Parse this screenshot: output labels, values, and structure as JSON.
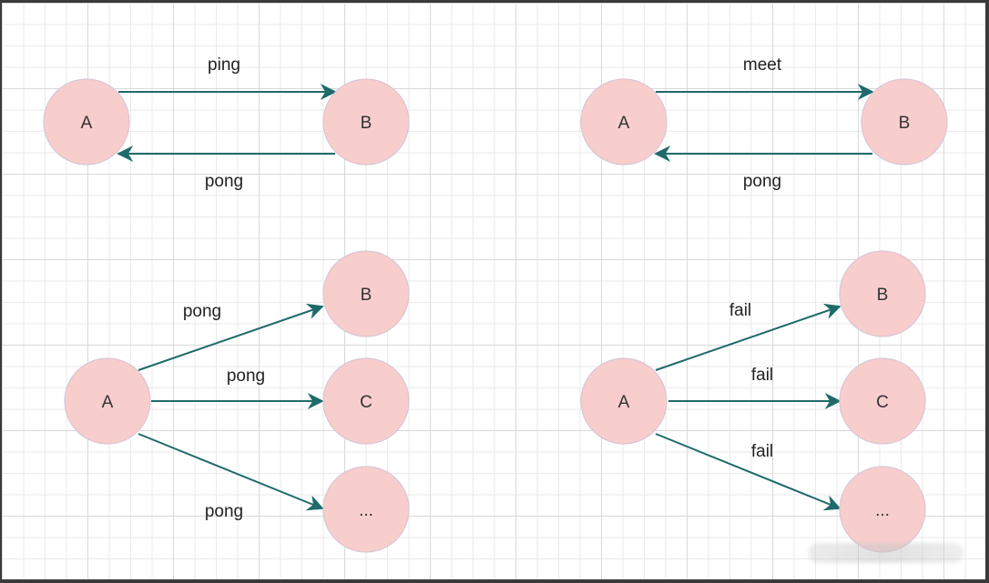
{
  "colors": {
    "node_fill": "#f8cecc",
    "edge": "#1f6a6a",
    "background": "#ffffff"
  },
  "panels": [
    {
      "id": "ping-pong",
      "nodes": [
        {
          "id": "A",
          "label": "A"
        },
        {
          "id": "B",
          "label": "B"
        }
      ],
      "edges": [
        {
          "from": "A",
          "to": "B",
          "label": "ping"
        },
        {
          "from": "B",
          "to": "A",
          "label": "pong"
        }
      ]
    },
    {
      "id": "meet-pong",
      "nodes": [
        {
          "id": "A",
          "label": "A"
        },
        {
          "id": "B",
          "label": "B"
        }
      ],
      "edges": [
        {
          "from": "A",
          "to": "B",
          "label": "meet"
        },
        {
          "from": "B",
          "to": "A",
          "label": "pong"
        }
      ]
    },
    {
      "id": "pong-broadcast",
      "nodes": [
        {
          "id": "A",
          "label": "A"
        },
        {
          "id": "B",
          "label": "B"
        },
        {
          "id": "C",
          "label": "C"
        },
        {
          "id": "D",
          "label": "..."
        }
      ],
      "edges": [
        {
          "from": "A",
          "to": "B",
          "label": "pong"
        },
        {
          "from": "A",
          "to": "C",
          "label": "pong"
        },
        {
          "from": "A",
          "to": "D",
          "label": "pong"
        }
      ]
    },
    {
      "id": "fail-broadcast",
      "nodes": [
        {
          "id": "A",
          "label": "A"
        },
        {
          "id": "B",
          "label": "B"
        },
        {
          "id": "C",
          "label": "C"
        },
        {
          "id": "D",
          "label": "..."
        }
      ],
      "edges": [
        {
          "from": "A",
          "to": "B",
          "label": "fail"
        },
        {
          "from": "A",
          "to": "C",
          "label": "fail"
        },
        {
          "from": "A",
          "to": "D",
          "label": "fail"
        }
      ]
    }
  ]
}
